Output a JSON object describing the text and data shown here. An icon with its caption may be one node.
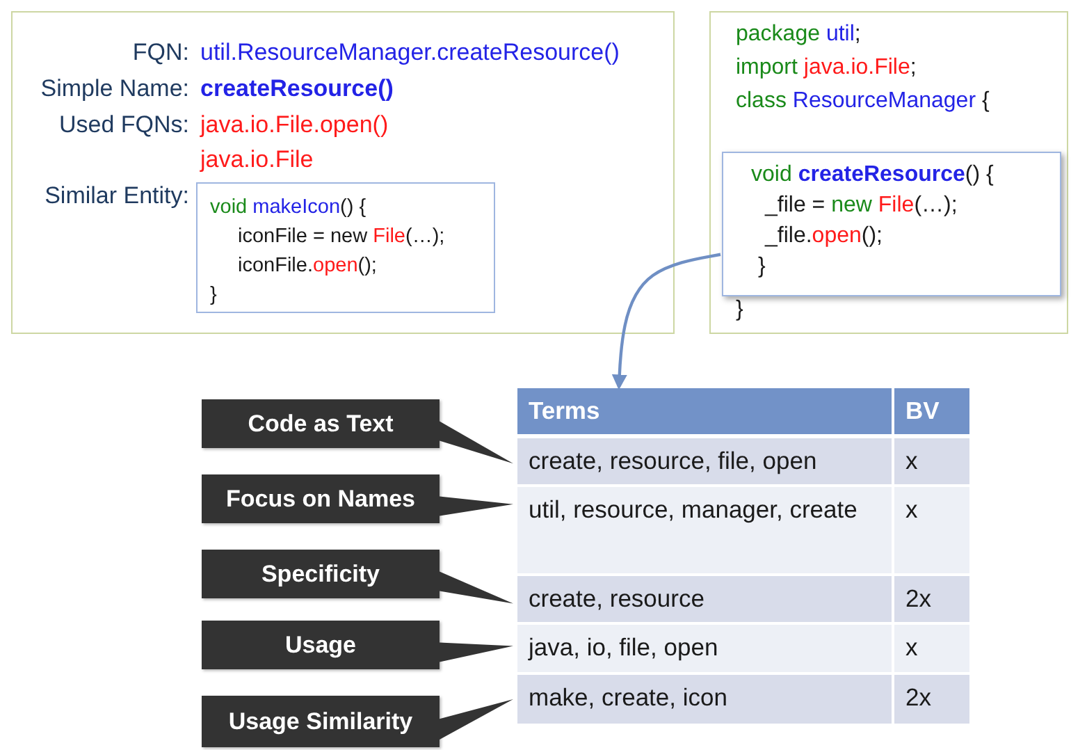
{
  "diagram": {
    "nodes": [
      {
        "text": [
          "FQN:",
          "util.ResourceManager.createResource()",
          "Simple Name:",
          "createResource()",
          "Used FQNs:",
          "java.io.File.open()",
          "java.io.File",
          "Similar Entity:"
        ]
      },
      {
        "text": [
          "void makeIcon() {",
          "iconFile = new File(…);",
          "iconFile.open();",
          "}"
        ],
        "in": 0
      },
      {
        "text": [
          "package util;",
          "import java.io.File;",
          "class ResourceManager {",
          "}"
        ]
      },
      {
        "text": [
          "void **createResource**() {",
          "_file = new File(…);",
          "_file.open();",
          "}"
        ],
        "in": 2
      },
      {
        "text": [
          "Code as Text"
        ]
      },
      {
        "text": [
          "Focus on Names"
        ]
      },
      {
        "text": [
          "Specificity"
        ]
      },
      {
        "text": [
          "Usage"
        ]
      },
      {
        "text": [
          "Usage Similarity"
        ]
      },
      {
        "text": [
          "Terms",
          "BV"
        ]
      },
      {
        "text": [
          "create, resource, file, open",
          "x"
        ]
      },
      {
        "text": [
          "util, resource, manager, create",
          "x"
        ]
      },
      {
        "text": [
          "create, resource",
          "2x"
        ]
      },
      {
        "text": [
          "java, io, file, open",
          "x"
        ]
      },
      {
        "text": [
          "make, create, icon",
          "2x"
        ]
      }
    ],
    "edges": [
      {
        "from": 3,
        "to": 9,
        "arrow": "to",
        "color": "#6f8fc4"
      },
      {
        "from": 4,
        "to": 10,
        "arrow": "none"
      },
      {
        "from": 5,
        "to": 11,
        "arrow": "none"
      },
      {
        "from": 6,
        "to": 12,
        "arrow": "none"
      },
      {
        "from": 7,
        "to": 13,
        "arrow": "none"
      },
      {
        "from": 8,
        "to": 14,
        "arrow": "none"
      }
    ]
  }
}
